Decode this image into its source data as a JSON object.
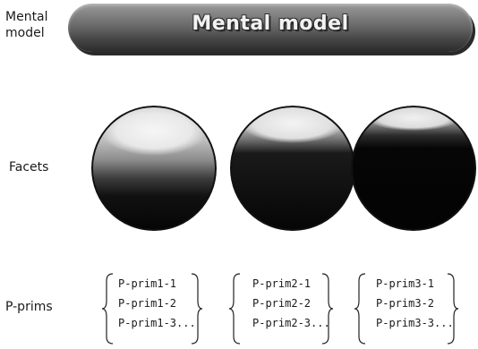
{
  "labels": {
    "mental_model": "Mental\nmodel",
    "facets": "Facets",
    "p_prims": "P-prims"
  },
  "banner": {
    "title": "Mental model"
  },
  "groups": [
    {
      "items": [
        "P-prim1-1",
        "P-prim1-2",
        "P-prim1-3..."
      ]
    },
    {
      "items": [
        "P-prim2-1",
        "P-prim2-2",
        "P-prim2-3..."
      ]
    },
    {
      "items": [
        "P-prim3-1",
        "P-prim3-2",
        "P-prim3-3..."
      ]
    }
  ]
}
